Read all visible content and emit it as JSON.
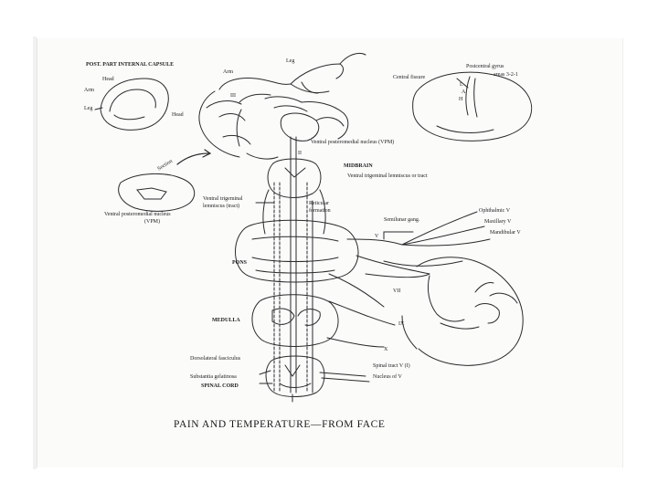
{
  "caption": "PAIN AND TEMPERATURE—FROM FACE",
  "labels": {
    "internal_capsule": "POST. PART INTERNAL CAPSULE",
    "head_small": "Head",
    "arm_small": "Arm",
    "leg_small": "Leg",
    "arm_top": "Arm",
    "leg_top": "Leg",
    "head_left": "Head",
    "three": "III",
    "two": "II",
    "vpm_nucleus": "Ventral posteromedial nucleus (VPM)",
    "midbrain": "MIDBRAIN",
    "ventral_trig_lemniscus_tract": "Ventral trigeminal lemniscus or tract",
    "central_fissure": "Central fissure",
    "postcentral_gyrus": "Postcentral gyrus",
    "areas": "areas 3-2-1",
    "gyrus_L": "L",
    "gyrus_A": "A",
    "gyrus_H": "H",
    "section": "Section",
    "vpm_left_1": "Ventral posteromedial nucleus",
    "vpm_left_2": "(VPM)",
    "vtl_left_1": "Ventral trigeminal",
    "vtl_left_2": "lemniscus (tract)",
    "reticular_1": "Reticular",
    "reticular_2": "formation",
    "semilunar": "Semilunar gang.",
    "ophthalmic": "Ophthalmic V",
    "maxillary": "Maxillary V",
    "mandibular": "Mandibular V",
    "nerve_v": "V",
    "pons": "PONS",
    "nerve_vii": "VII",
    "medulla": "MEDULLA",
    "nerve_ix": "IX",
    "nerve_x": "X",
    "dorsolateral": "Dorsolateral fasciculus",
    "substantia": "Substantia gelatinosa",
    "spinal_cord": "SPINAL CORD",
    "spinal_tract": "Spinal tract V (I)",
    "nucleus_v": "Nucleus of V"
  }
}
